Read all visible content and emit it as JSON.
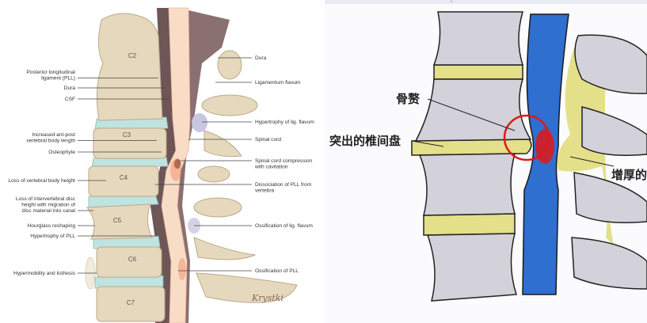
{
  "left_panel": {
    "vertebrae": [
      "C2",
      "C3",
      "C4",
      "C5",
      "C6",
      "C7"
    ],
    "left_labels": [
      [
        "Posterior longitudinal",
        "ligament (PLL)"
      ],
      [
        "Dura"
      ],
      [
        "CSF"
      ],
      [
        "Increased ant-post",
        "vertebral body length"
      ],
      [
        "Osteophyte"
      ],
      [
        "Loss of vertebral body height"
      ],
      [
        "Loss of intervertebral disc",
        "height with migration of",
        "disc material into canal"
      ],
      [
        "Hourglass reshaping"
      ],
      [
        "Hypertrophy of PLL"
      ],
      [
        "Hypermobility and listhesis"
      ]
    ],
    "right_labels": [
      [
        "Dura"
      ],
      [
        "Ligamentum flavum"
      ],
      [
        "Hypertrophy of lig. flavum"
      ],
      [
        "Spinal cord"
      ],
      [
        "Spinal cord compression",
        "with cavitation"
      ],
      [
        "Dissociation of PLL from",
        "vertebra"
      ],
      [
        "Ossification of lig. flavum"
      ],
      [
        "Ossification of PLL"
      ]
    ],
    "signature": "Krystki"
  },
  "right_panel": {
    "labels": {
      "osteophyte": "骨赘",
      "herniated_disc": "突出的椎间盘",
      "thickened": "增厚的"
    }
  },
  "colors": {
    "bone": "#e6d8bd",
    "disc_teal": "#bfe3df",
    "canal_dark": "#6e5556",
    "cord": "#f8dcc6",
    "cartoon_bone": "#d3d2da",
    "cartoon_disc": "#e4e08a",
    "cartoon_cord": "#2e6fd0",
    "highlight_red": "#e01818"
  }
}
